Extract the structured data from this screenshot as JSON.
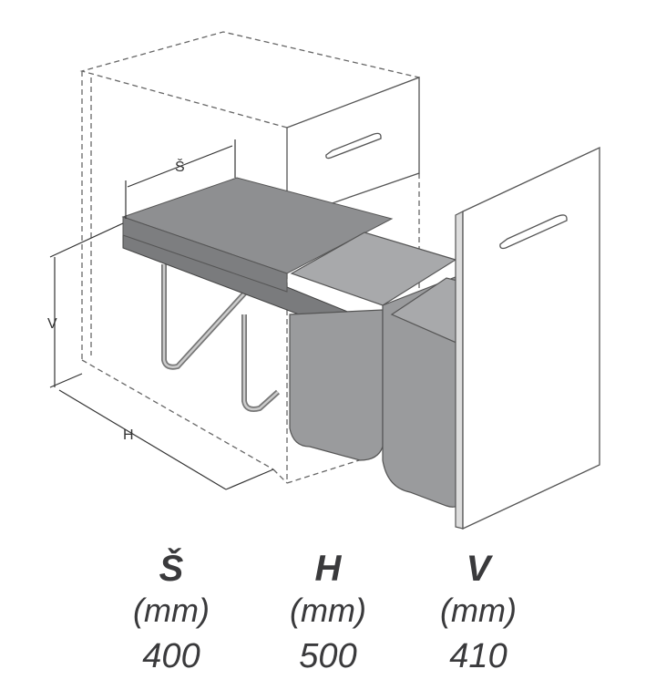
{
  "diagram_labels": {
    "width_label": "Š",
    "depth_label": "H",
    "height_label": "V"
  },
  "dimensions": [
    {
      "label": "Š",
      "unit": "(mm)",
      "value": "400"
    },
    {
      "label": "H",
      "unit": "(mm)",
      "value": "500"
    },
    {
      "label": "V",
      "unit": "(mm)",
      "value": "410"
    }
  ],
  "colors": {
    "bin_gray": "#9a9b9d",
    "lid_gray": "#8e8f91",
    "text": "#3a3a3c"
  }
}
